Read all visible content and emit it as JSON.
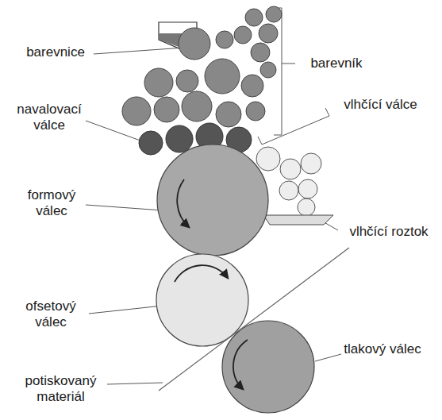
{
  "diagram": {
    "labels": [
      "barevnice",
      "barevník",
      "navalovací válce",
      "vlhčící válce",
      "formový válec",
      "vlhčící roztok",
      "ofsetový válec",
      "tlakový válec",
      "potiskovaný materiál"
    ]
  }
}
